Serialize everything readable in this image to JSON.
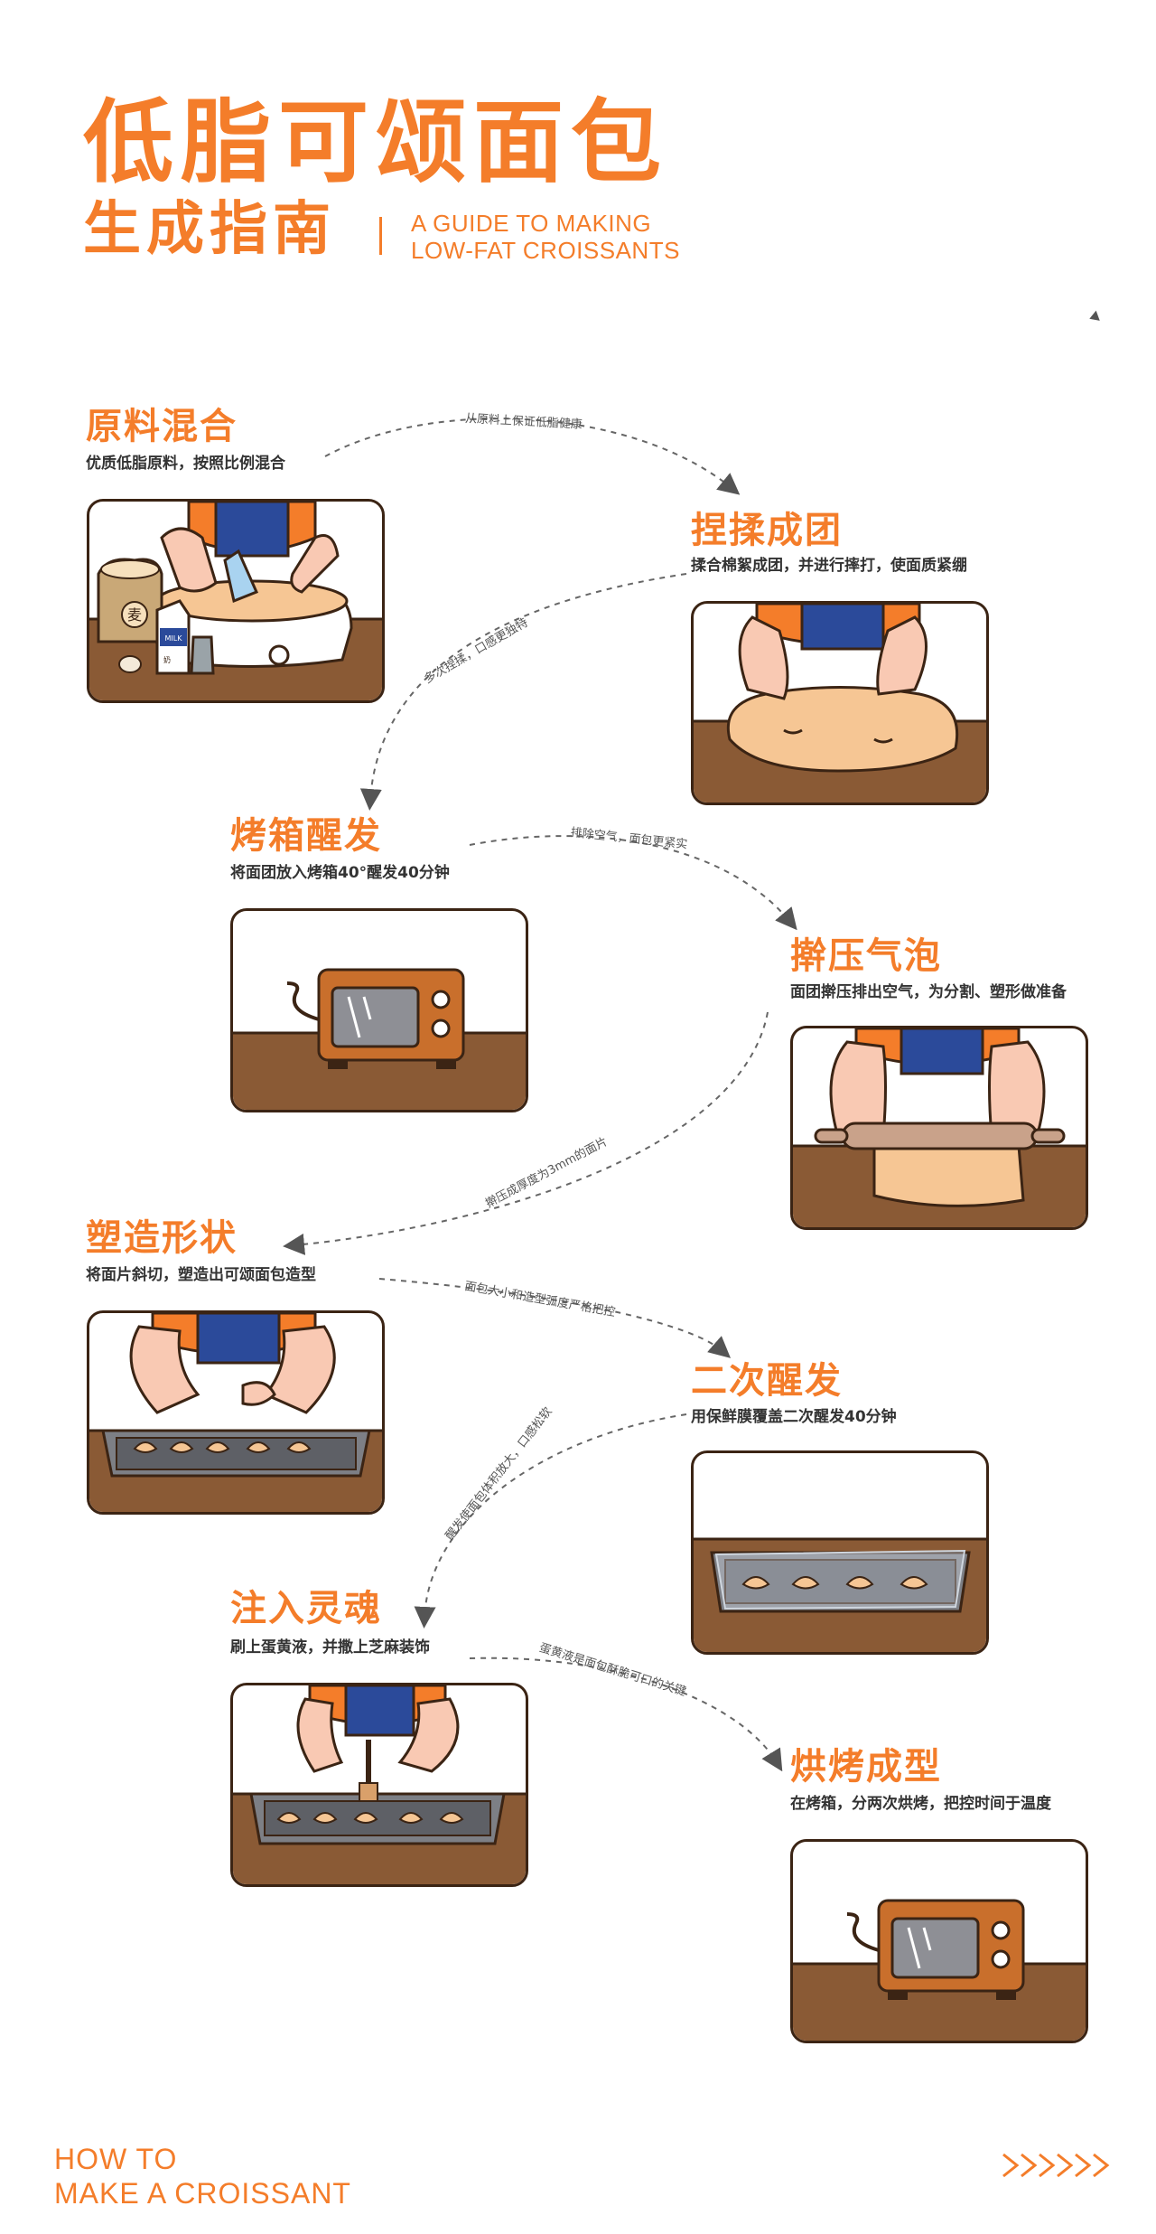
{
  "header": {
    "title": "低脂可颂面包",
    "subtitle": "生成指南",
    "en_line1": "A GUIDE TO MAKING",
    "en_line2": "LOW-FAT CROISSANTS"
  },
  "steps": [
    {
      "title": "原料混合",
      "desc": "优质低脂原料，按照比例混合"
    },
    {
      "title": "捏揉成团",
      "desc": "揉合棉絮成团，并进行摔打，使面质紧绷"
    },
    {
      "title": "烤箱醒发",
      "desc": "将面团放入烤箱40°醒发40分钟"
    },
    {
      "title": "擀压气泡",
      "desc": "面团擀压排出空气，为分割、塑形做准备"
    },
    {
      "title": "塑造形状",
      "desc": "将面片斜切，塑造出可颂面包造型"
    },
    {
      "title": "二次醒发",
      "desc": "用保鲜膜覆盖二次醒发40分钟"
    },
    {
      "title": "注入灵魂",
      "desc": "刷上蛋黄液，并撒上芝麻装饰"
    },
    {
      "title": "烘烤成型",
      "desc": "在烤箱，分两次烘烤，把控时间于温度"
    }
  ],
  "connectors": [
    "从原料上保证低脂健康",
    "多次捏揉，口感更独特",
    "排除空气，面包更紧实",
    "擀压成厚度为3mm的面片",
    "面包大小和造型弧度严格把控",
    "醒发使面包体积放大，口感松软",
    "蛋黄液是面包酥脆可口的关键"
  ],
  "illustrations": {
    "flour_bag_label": "麦",
    "milk_label": "MILK",
    "milk_small": "奶"
  },
  "footer": {
    "line1": "HOW TO",
    "line2": "MAKE A CROISSANT"
  },
  "colors": {
    "accent": "#f47d2a",
    "table": "#8a5a35",
    "outline": "#3b2414",
    "apron": "#2b4a9a",
    "skin": "#f9c9b3",
    "dough": "#f6c694"
  }
}
